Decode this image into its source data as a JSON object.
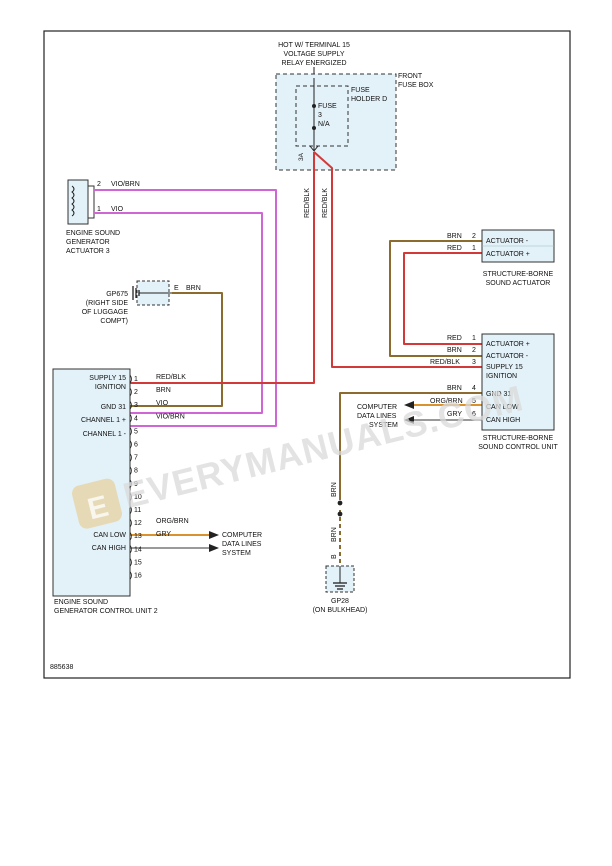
{
  "figure_id": "885638",
  "watermark": "EVERYMANUALS.COM",
  "colors": {
    "vio": "#d066d6",
    "redblk": "#d23a3a",
    "brn": "#8b6b2e",
    "orgbrn": "#d9922e",
    "gry": "#9a9a9a",
    "box_fill": "#e3f1f8",
    "border": "#222222"
  },
  "fuse_box": {
    "source_line1": "HOT W/ TERMINAL 15",
    "source_line2": "VOLTAGE SUPPLY",
    "source_line3": "RELAY ENERGIZED",
    "box_label_line1": "FRONT",
    "box_label_line2": "FUSE BOX",
    "holder_line1": "FUSE",
    "holder_line2": "HOLDER D",
    "fuse_label": "FUSE",
    "fuse_number": "3",
    "fuse_rating": "N/A",
    "amp": "3A",
    "wire_left": "RED/BLK",
    "wire_right": "RED/BLK"
  },
  "actuator3": {
    "name_line1": "ENGINE SOUND",
    "name_line2": "GENERATOR",
    "name_line3": "ACTUATOR 3",
    "pins": [
      {
        "pin": "2",
        "wire": "VIO/BRN"
      },
      {
        "pin": "1",
        "wire": "VIO"
      }
    ]
  },
  "gp675": {
    "name_line1": "GP675",
    "name_line2": "(RIGHT SIDE",
    "name_line3": "OF LUGGAGE",
    "name_line4": "COMPT)",
    "pin": "E",
    "wire": "BRN"
  },
  "control_unit2": {
    "name_line1": "ENGINE SOUND",
    "name_line2": "GENERATOR CONTROL UNIT 2",
    "labels": {
      "supply": "SUPPLY 15",
      "ignition": "IGNITION",
      "gnd": "GND 31",
      "ch1p": "CHANNEL 1 +",
      "ch1m": "CHANNEL 1 -",
      "canlow": "CAN LOW",
      "canhigh": "CAN HIGH"
    },
    "pins": [
      {
        "pin": "1",
        "wire": "RED/BLK"
      },
      {
        "pin": "2",
        "wire": "BRN"
      },
      {
        "pin": "3",
        "wire": "VIO"
      },
      {
        "pin": "4",
        "wire": "VIO/BRN"
      },
      {
        "pin": "5",
        "wire": ""
      },
      {
        "pin": "6",
        "wire": ""
      },
      {
        "pin": "7",
        "wire": ""
      },
      {
        "pin": "8",
        "wire": ""
      },
      {
        "pin": "9",
        "wire": ""
      },
      {
        "pin": "10",
        "wire": ""
      },
      {
        "pin": "11",
        "wire": ""
      },
      {
        "pin": "12",
        "wire": "ORG/BRN"
      },
      {
        "pin": "13",
        "wire": "GRY"
      },
      {
        "pin": "14",
        "wire": ""
      },
      {
        "pin": "15",
        "wire": ""
      },
      {
        "pin": "16",
        "wire": ""
      }
    ],
    "data_lines_line1": "COMPUTER",
    "data_lines_line2": "DATA LINES",
    "data_lines_line3": "SYSTEM"
  },
  "structure_actuator": {
    "name_line1": "STRUCTURE-BORNE",
    "name_line2": "SOUND ACTUATOR",
    "pins": [
      {
        "pin": "2",
        "wire": "BRN",
        "label": "ACTUATOR -"
      },
      {
        "pin": "1",
        "wire": "RED",
        "label": "ACTUATOR +"
      }
    ]
  },
  "structure_control": {
    "name_line1": "STRUCTURE-BORNE",
    "name_line2": "SOUND CONTROL UNIT",
    "pins": [
      {
        "pin": "1",
        "wire": "RED",
        "label": "ACTUATOR +"
      },
      {
        "pin": "2",
        "wire": "BRN",
        "label": "ACTUATOR -"
      },
      {
        "pin": "3",
        "wire": "RED/BLK",
        "label": "SUPPLY 15"
      },
      {
        "pin": "4",
        "wire": "BRN",
        "label": "GND 31"
      },
      {
        "pin": "5",
        "wire": "ORG/BRN",
        "label": "CAN LOW"
      },
      {
        "pin": "6",
        "wire": "GRY",
        "label": "CAN HIGH"
      }
    ],
    "ignition": "IGNITION",
    "data_lines_line1": "COMPUTER",
    "data_lines_line2": "DATA LINES",
    "data_lines_line3": "SYSTEM"
  },
  "gp28": {
    "name_line1": "GP28",
    "name_line2": "(ON BULKHEAD)",
    "wire_upper": "BRN",
    "wire_lower": "BRN",
    "pin": "B"
  }
}
